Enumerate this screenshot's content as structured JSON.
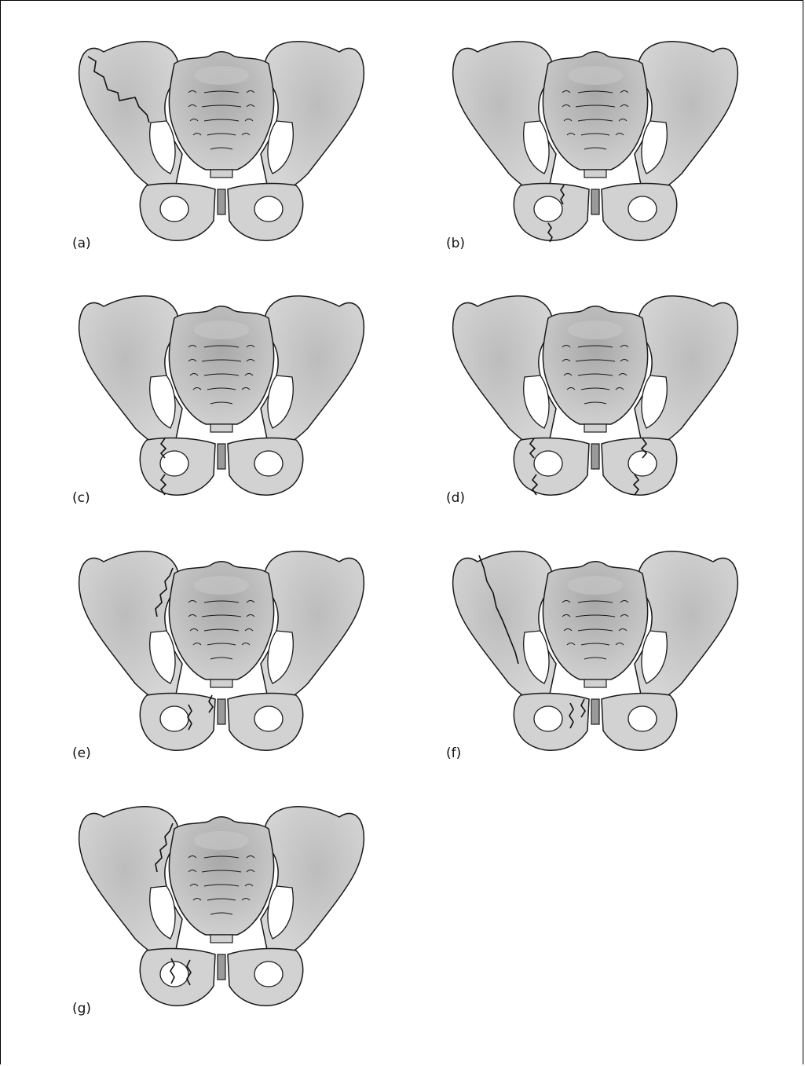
{
  "panels": [
    {
      "id": "a",
      "label": "(a)",
      "fractures": [
        "left-iliac-wing"
      ]
    },
    {
      "id": "b",
      "label": "(b)",
      "fractures": [
        "left-superior-ramus",
        "left-inferior-ramus"
      ]
    },
    {
      "id": "c",
      "label": "(c)",
      "fractures": [
        "left-superior-ramus",
        "left-inferior-ramus"
      ]
    },
    {
      "id": "d",
      "label": "(d)",
      "fractures": [
        "left-superior-ramus",
        "left-inferior-ramus",
        "right-superior-ramus",
        "right-inferior-ramus"
      ]
    },
    {
      "id": "e",
      "label": "(e)",
      "fractures": [
        "left-sacroiliac",
        "left-pubic-rami"
      ]
    },
    {
      "id": "f",
      "label": "(f)",
      "fractures": [
        "left-iliac-oblique",
        "left-pubic-rami"
      ]
    },
    {
      "id": "g",
      "label": "(g)",
      "fractures": [
        "left-sacroiliac",
        "left-rami-displaced"
      ]
    }
  ],
  "colors": {
    "bone": "#d2d2d2",
    "bone_shade": "#b0b0b0",
    "symphysis": "#9a9a9a",
    "outline": "#1a1a1a",
    "fracture": "#111111"
  }
}
